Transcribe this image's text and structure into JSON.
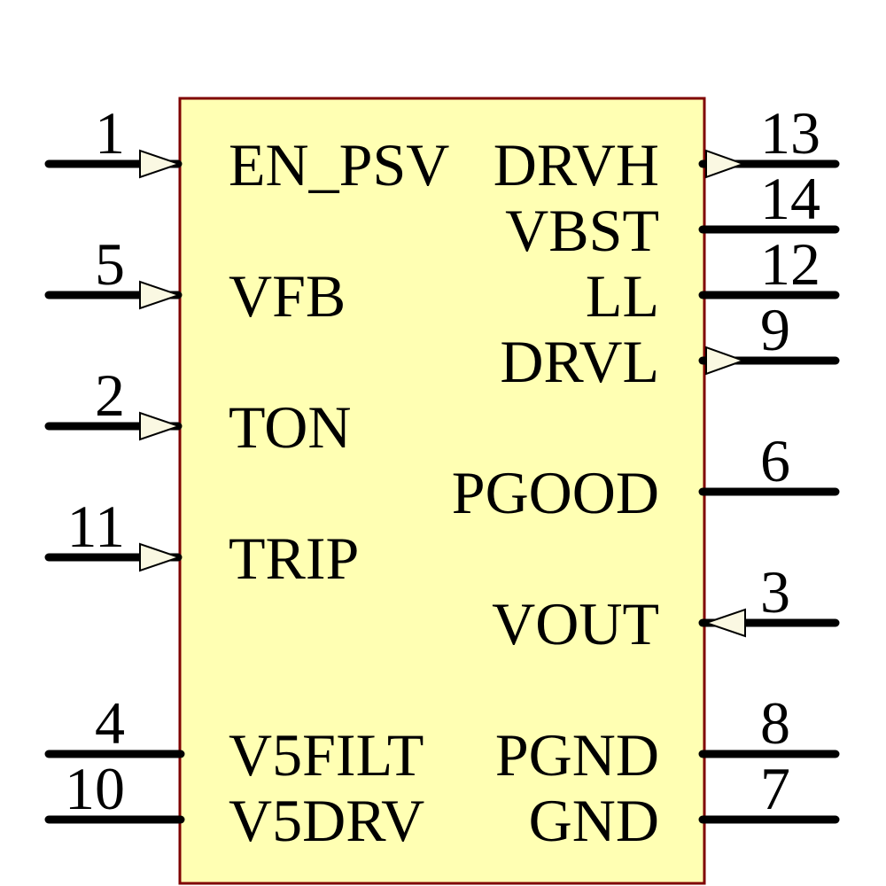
{
  "diagram": {
    "kind": "ic-schematic-symbol",
    "colors": {
      "background": "#FFFFFF",
      "body_fill": "#FFFFB3",
      "body_border": "#7F0000",
      "pin_line": "#000000",
      "arrow_fill": "#FAF8E2",
      "arrow_outline": "#000000",
      "text": "#000000"
    },
    "left_pins": [
      {
        "number": "1",
        "name": "EN_PSV",
        "row": 0,
        "arrow": "in"
      },
      {
        "number": "5",
        "name": "VFB",
        "row": 2,
        "arrow": "in"
      },
      {
        "number": "2",
        "name": "TON",
        "row": 4,
        "arrow": "in"
      },
      {
        "number": "11",
        "name": "TRIP",
        "row": 6,
        "arrow": "in"
      },
      {
        "number": "4",
        "name": "V5FILT",
        "row": 9,
        "arrow": "none"
      },
      {
        "number": "10",
        "name": "V5DRV",
        "row": 10,
        "arrow": "none"
      }
    ],
    "right_pins": [
      {
        "number": "13",
        "name": "DRVH",
        "row": 0,
        "arrow": "out"
      },
      {
        "number": "14",
        "name": "VBST",
        "row": 1,
        "arrow": "none"
      },
      {
        "number": "12",
        "name": "LL",
        "row": 2,
        "arrow": "none"
      },
      {
        "number": "9",
        "name": "DRVL",
        "row": 3,
        "arrow": "out"
      },
      {
        "number": "6",
        "name": "PGOOD",
        "row": 5,
        "arrow": "none"
      },
      {
        "number": "3",
        "name": "VOUT",
        "row": 7,
        "arrow": "in"
      },
      {
        "number": "8",
        "name": "PGND",
        "row": 9,
        "arrow": "none"
      },
      {
        "number": "7",
        "name": "GND",
        "row": 10,
        "arrow": "none"
      }
    ]
  }
}
